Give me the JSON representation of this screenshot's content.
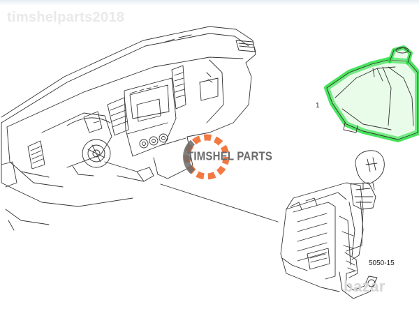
{
  "watermark": {
    "username": "timshelparts2018",
    "site": "bazar"
  },
  "brand": {
    "name": "TIMSHEL PARTS",
    "gear_color": "#f26a2e",
    "gear_dark": "#6a6a6a"
  },
  "callouts": {
    "part_number": "1",
    "drawing_code": "5050-15"
  },
  "highlight": {
    "part": "gear-lever-boot",
    "color": "#33e14a"
  },
  "line_color": "#333333"
}
